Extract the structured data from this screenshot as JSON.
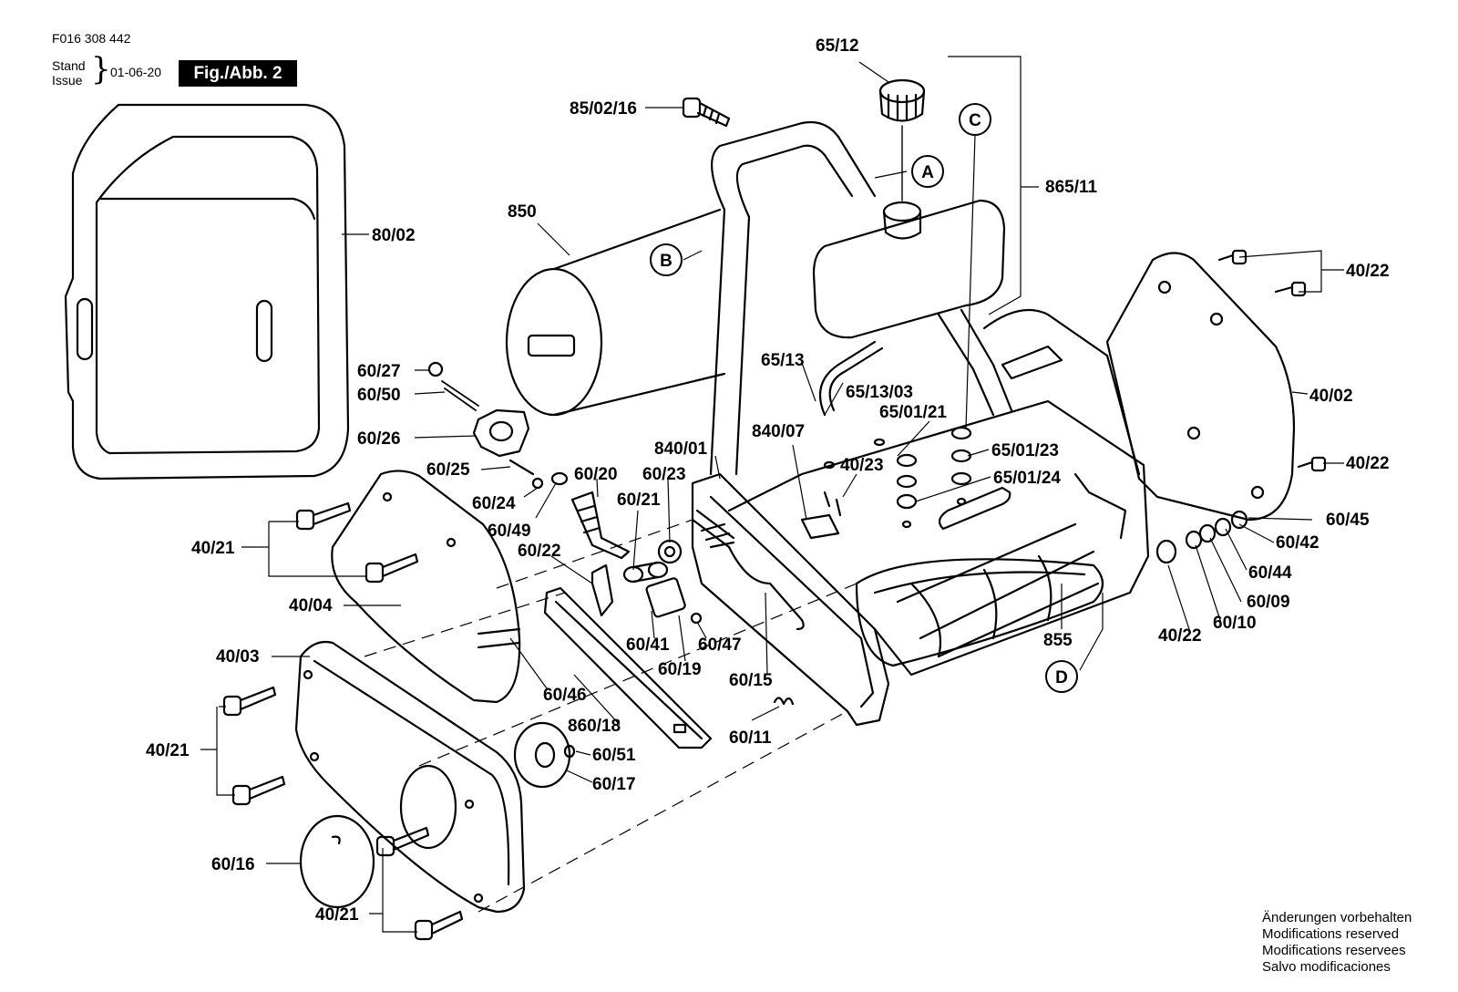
{
  "header": {
    "document_number": "F016 308 442",
    "stand_label": "Stand",
    "issue_label": "Issue",
    "date": "01-06-20",
    "figure_badge": "Fig./Abb. 2"
  },
  "callouts": [
    "A",
    "B",
    "C",
    "D"
  ],
  "part_labels": [
    "65/12",
    "85/02/16",
    "865/11",
    "850",
    "80/02",
    "40/22",
    "40/02",
    "40/22",
    "60/27",
    "60/50",
    "60/26",
    "60/25",
    "60/24",
    "60/49",
    "60/20",
    "60/23",
    "840/01",
    "840/07",
    "65/13",
    "65/13/03",
    "65/01/21",
    "65/01/23",
    "65/01/24",
    "40/23",
    "60/21",
    "60/22",
    "40/21",
    "40/04",
    "40/03",
    "60/41",
    "60/47",
    "60/19",
    "60/15",
    "60/46",
    "860/18",
    "60/11",
    "40/21",
    "60/51",
    "60/17",
    "60/16",
    "40/21",
    "855",
    "60/45",
    "60/42",
    "60/44",
    "60/09",
    "60/10",
    "40/22"
  ],
  "footer": {
    "lines": [
      "Änderungen vorbehalten",
      "Modifications reserved",
      "Modifications reservees",
      "Salvo modificaciones"
    ]
  }
}
